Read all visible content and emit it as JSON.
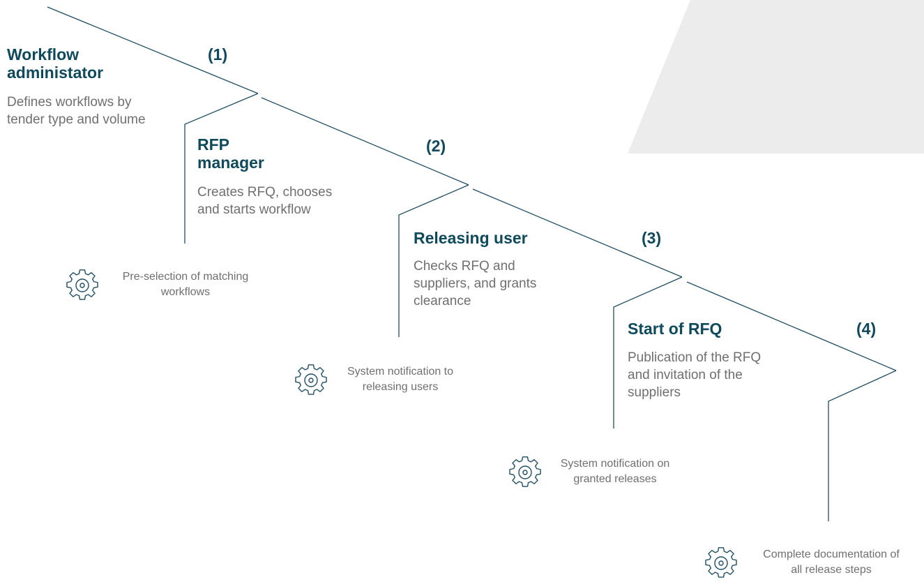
{
  "steps": [
    {
      "number": "(1)",
      "title_line1": "Workflow",
      "title_line2": "administator",
      "desc_line1": "Defines workflows by",
      "desc_line2": "tender type and volume",
      "desc_line3": ""
    },
    {
      "number": "(2)",
      "title_line1": "RFP",
      "title_line2": "manager",
      "desc_line1": "Creates RFQ, chooses",
      "desc_line2": "and starts workflow",
      "desc_line3": ""
    },
    {
      "number": "(3)",
      "title_line1": "Releasing user",
      "title_line2": "",
      "desc_line1": "Checks RFQ and",
      "desc_line2": "suppliers, and grants",
      "desc_line3": "clearance"
    },
    {
      "number": "(4)",
      "title_line1": "Start of RFQ",
      "title_line2": "",
      "desc_line1": "Publication of the RFQ",
      "desc_line2": "and invitation of the",
      "desc_line3": "suppliers"
    }
  ],
  "system_actions": [
    {
      "icon": "gear-icon",
      "line1": "Pre-selection of matching",
      "line2": "workflows"
    },
    {
      "icon": "gear-icon",
      "line1": "System notification to",
      "line2": "releasing users"
    },
    {
      "icon": "gear-icon",
      "line1": "System notification on",
      "line2": "granted releases"
    },
    {
      "icon": "gear-icon",
      "line1": "Complete documentation of",
      "line2": "all release steps"
    }
  ],
  "colors": {
    "line": "#1f4e63",
    "title": "#0f4a5c",
    "body_text": "#6f6f6f",
    "background_shape": "#ececec"
  }
}
